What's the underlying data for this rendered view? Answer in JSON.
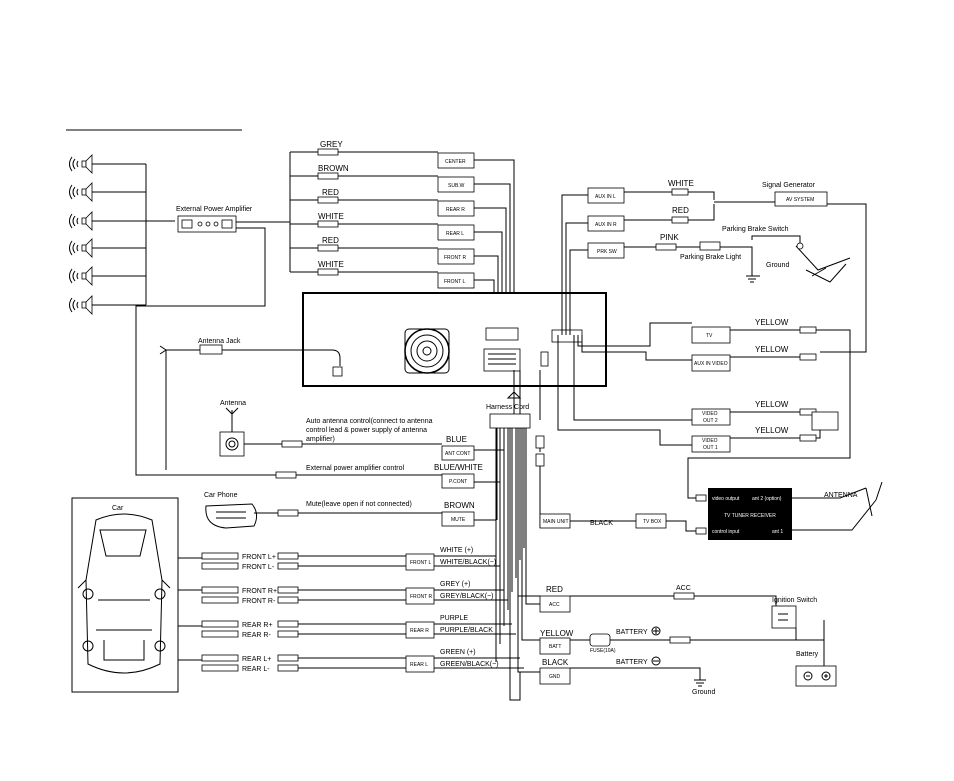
{
  "title": "",
  "wire_colors": {
    "grey": "GREY",
    "brown": "BROWN",
    "red1": "RED",
    "white1": "WHITE",
    "red2": "RED",
    "white2": "WHITE",
    "white_aux": "WHITE",
    "red_aux": "RED",
    "pink": "PINK",
    "yellow_tv": "YELLOW",
    "yellow_aux": "YELLOW",
    "yellow_out2": "YELLOW",
    "yellow_out1": "YELLOW",
    "blue": "BLUE",
    "blue_white": "BLUE/WHITE",
    "brown_mute": "BROWN",
    "white_plus": "WHITE     (+)",
    "white_black": "WHITE/BLACK(−)",
    "grey_plus": "GREY     (+)",
    "grey_black": "GREY/BLACK(−)",
    "purple": "PURPLE",
    "purple_black": "PURPLE/BLACK",
    "green_plus": "GREEN    (+)",
    "green_black": "GREEN/BLACK(−)",
    "red_acc": "RED",
    "yellow_batt": "YELLOW",
    "black_gnd": "BLACK",
    "black_tv": "BLACK"
  },
  "boxes": {
    "center": "CENTER",
    "subw": "SUB.W",
    "rear_r": "REAR R",
    "rear_l": "REAR L",
    "front_r": "FRONT R",
    "front_l": "FRONT L",
    "aux_in_l": "AUX IN L",
    "aux_in_r": "AUX IN R",
    "prk_sw": "PRK SW",
    "tv": "TV",
    "aux_in_video": "AUX IN VIDEO",
    "video_out2_a": "VIDEO",
    "video_out2_b": "OUT 2",
    "video_out1_a": "VIDEO",
    "video_out1_b": "OUT 1",
    "ant_cont": "ANT CONT",
    "p_cont": "P.CONT",
    "mute": "MUTE",
    "main_unit": "MAIN UNIT",
    "tv_box": "TV BOX",
    "spk_front_l": "FRONT L",
    "spk_front_r": "FRONT R",
    "spk_rear_r": "REAR R",
    "spk_rear_l": "REAR L",
    "acc": "ACC",
    "batt": "BATT",
    "gnd": "GND",
    "av_system": "AV SYSTEM"
  },
  "labels": {
    "external_amp": "External Power Amplifier",
    "antenna_jack": "Antenna Jack",
    "antenna": "Antenna",
    "harness_cord": "Harness Cord",
    "auto_antenna": "Auto antenna control(connect to antenna control lead  &  power supply of antenna amplifier)",
    "auto_antenna_l1": "Auto antenna control(connect to antenna",
    "auto_antenna_l2": "control lead  &  power supply of antenna",
    "auto_antenna_l3": "amplifier)",
    "ext_amp_control": "External power amplifier control",
    "car_phone": "Car Phone",
    "mute_note": "Mute(leave open if not connected)",
    "car": "Car",
    "front_l_plus": "FRONT L+",
    "front_l_minus": "FRONT L-",
    "front_r_plus": "FRONT R+",
    "front_r_minus": "FRONT R-",
    "rear_r_plus": "REAR R+",
    "rear_r_minus": "REAR R-",
    "rear_l_plus": "REAR L+",
    "rear_l_minus": "REAR L-",
    "signal_generator": "Signal  Generator",
    "parking_brake_switch": "Parking Brake Switch",
    "parking_brake_light": "Parking Brake Light",
    "ground1": "Ground",
    "tv_tuner": "TV TUNER RECEIVER",
    "video_output": "video output",
    "ant2": "ant 2 (option)",
    "control_input": "control input",
    "ant1": "ant 1",
    "antenna_tv": "ANTENNA",
    "acc_label": "ACC",
    "ignition_switch": "Ignition Switch",
    "battery_plus": "BATTERY",
    "battery_minus": "BATTERY",
    "fuse": "FUSE(10A)",
    "battery": "Battery",
    "ground2": "Ground"
  }
}
